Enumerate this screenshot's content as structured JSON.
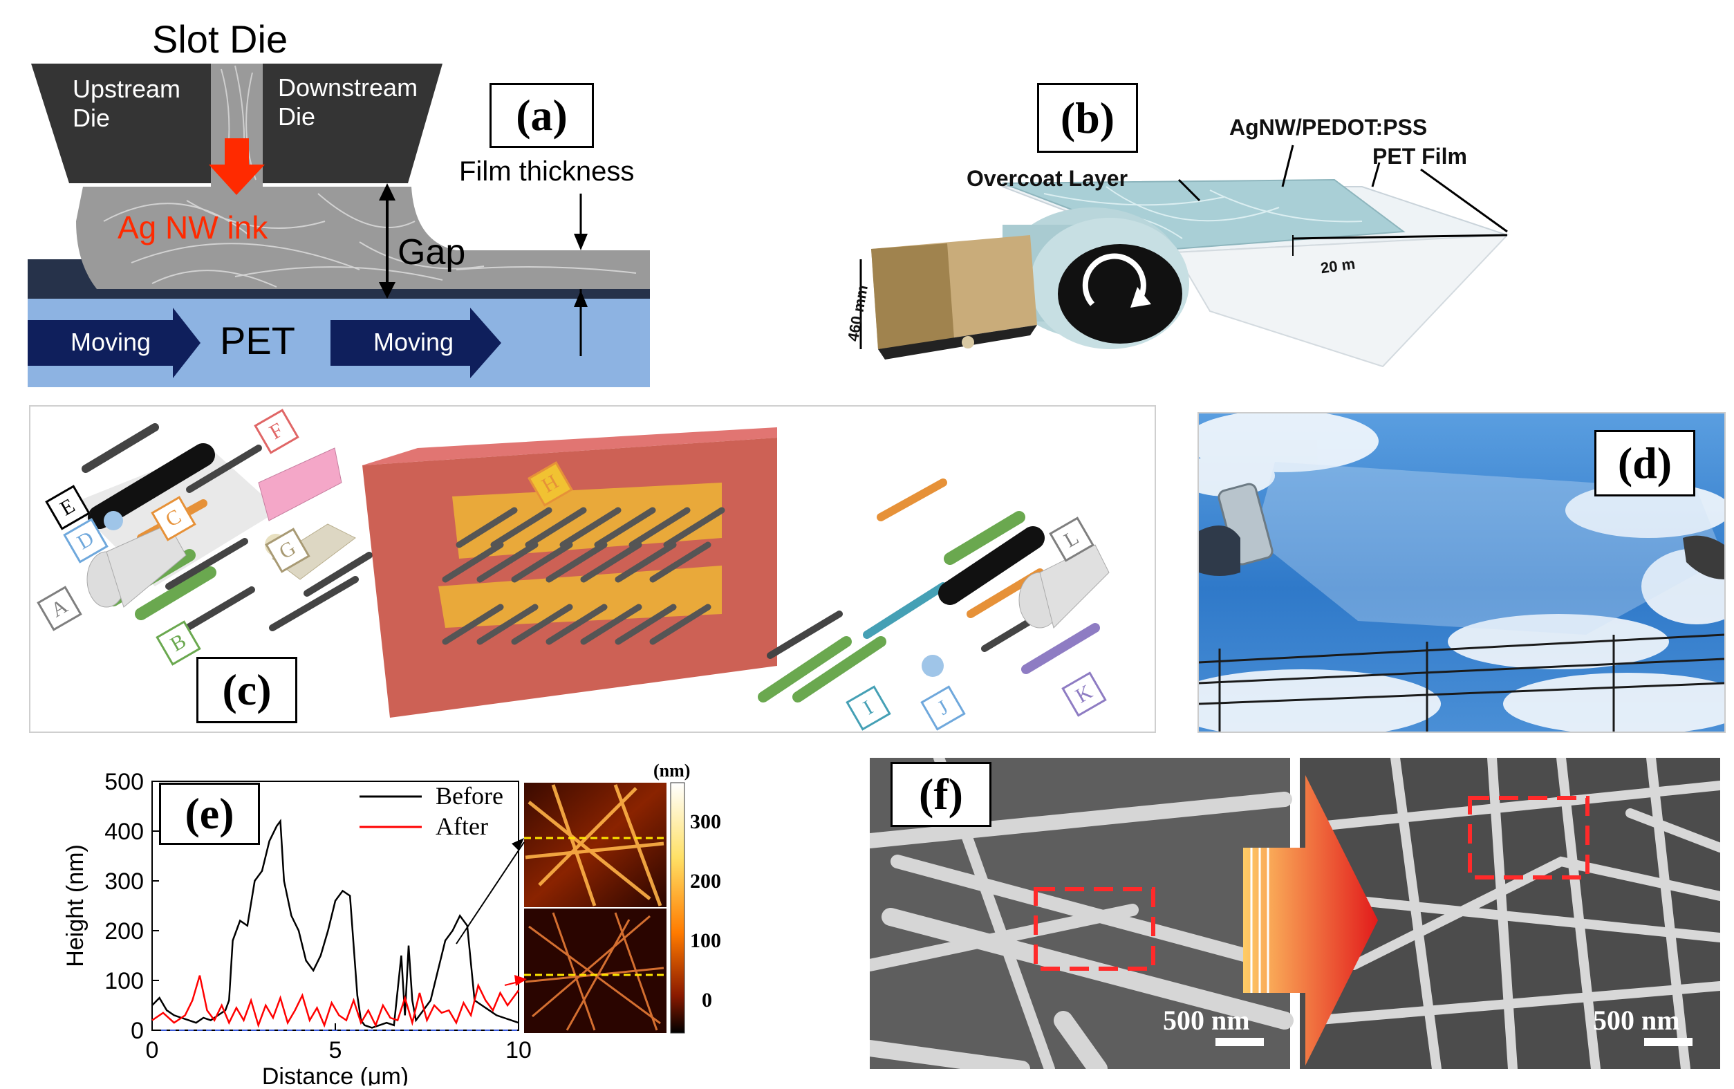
{
  "panel_a": {
    "label": "(a)",
    "title": "Slot Die",
    "upstream": [
      "Upstream",
      "Die"
    ],
    "downstream": [
      "Downstream",
      "Die"
    ],
    "ink": "Ag NW ink",
    "film_thickness": "Film thickness",
    "gap": "Gap",
    "pet": "PET",
    "moving_left": "Moving",
    "moving_right": "Moving"
  },
  "panel_b": {
    "label": "(b)",
    "agnw": "AgNW/PEDOT:PSS",
    "pet_film": "PET Film",
    "overcoat": "Overcoat Layer",
    "length": "20 m",
    "width": "460 mm"
  },
  "panel_c": {
    "label": "(c)",
    "letters": [
      "A",
      "B",
      "C",
      "D",
      "E",
      "F",
      "G",
      "H",
      "I",
      "J",
      "K",
      "L"
    ],
    "colors": {
      "A": "#7f7f7f",
      "B": "#6aa84f",
      "C": "#e69138",
      "D": "#6fa8dc",
      "E": "#000000",
      "F": "#e06666",
      "G": "#a89a74",
      "H": "#e69138",
      "I": "#45a0b5",
      "J": "#6fa8dc",
      "K": "#8e7cc3",
      "L": "#7f7f7f"
    }
  },
  "panel_d": {
    "label": "(d)"
  },
  "panel_e": {
    "label": "(e)",
    "legend_before": "Before",
    "legend_after": "After",
    "colorbar_unit": "(nm)",
    "colorbar_ticks": [
      "300",
      "200",
      "100",
      "0"
    ]
  },
  "panel_f": {
    "label": "(f)",
    "scale_left": "500 nm",
    "scale_right": "500 nm"
  },
  "chart_data": {
    "type": "line",
    "xlabel": "Distance (μm)",
    "ylabel": "Height (nm)",
    "xlim": [
      0,
      10
    ],
    "ylim": [
      0,
      500
    ],
    "xticks": [
      "0",
      "5",
      "10"
    ],
    "yticks": [
      "0",
      "100",
      "200",
      "300",
      "400",
      "500"
    ],
    "series": [
      {
        "name": "Before",
        "color": "#000000",
        "x": [
          0,
          0.2,
          0.4,
          0.6,
          0.8,
          1.0,
          1.2,
          1.4,
          1.6,
          1.8,
          2.0,
          2.1,
          2.2,
          2.4,
          2.6,
          2.8,
          3.0,
          3.2,
          3.4,
          3.5,
          3.6,
          3.8,
          4.0,
          4.2,
          4.4,
          4.6,
          4.8,
          5.0,
          5.2,
          5.4,
          5.6,
          5.7,
          5.8,
          6.0,
          6.2,
          6.4,
          6.6,
          6.8,
          6.9,
          7.0,
          7.1,
          7.2,
          7.4,
          7.6,
          7.8,
          8.0,
          8.2,
          8.4,
          8.6,
          8.8,
          9.0,
          9.2,
          9.4,
          9.6,
          9.8,
          10.0
        ],
        "y": [
          50,
          65,
          40,
          30,
          25,
          20,
          15,
          25,
          20,
          30,
          40,
          60,
          180,
          220,
          210,
          300,
          320,
          380,
          410,
          420,
          300,
          230,
          200,
          140,
          120,
          150,
          200,
          260,
          280,
          270,
          70,
          20,
          10,
          5,
          10,
          15,
          10,
          150,
          30,
          170,
          60,
          20,
          40,
          60,
          120,
          180,
          200,
          230,
          210,
          60,
          50,
          40,
          30,
          25,
          20,
          15
        ]
      },
      {
        "name": "After",
        "color": "#ff0000",
        "x": [
          0,
          0.3,
          0.6,
          0.9,
          1.1,
          1.3,
          1.5,
          1.7,
          1.9,
          2.1,
          2.3,
          2.5,
          2.7,
          2.9,
          3.1,
          3.3,
          3.5,
          3.7,
          3.9,
          4.1,
          4.3,
          4.5,
          4.7,
          4.9,
          5.1,
          5.3,
          5.5,
          5.7,
          5.9,
          6.1,
          6.3,
          6.5,
          6.7,
          6.9,
          7.1,
          7.3,
          7.5,
          7.7,
          7.9,
          8.1,
          8.3,
          8.5,
          8.7,
          8.9,
          9.1,
          9.3,
          9.5,
          9.7,
          9.9,
          10.0
        ],
        "y": [
          20,
          35,
          15,
          30,
          60,
          110,
          40,
          20,
          50,
          15,
          45,
          20,
          60,
          10,
          50,
          25,
          65,
          15,
          40,
          70,
          20,
          45,
          10,
          55,
          30,
          20,
          60,
          15,
          40,
          10,
          50,
          25,
          20,
          65,
          15,
          75,
          20,
          50,
          35,
          40,
          15,
          55,
          30,
          90,
          60,
          40,
          75,
          50,
          70,
          80
        ]
      }
    ]
  }
}
